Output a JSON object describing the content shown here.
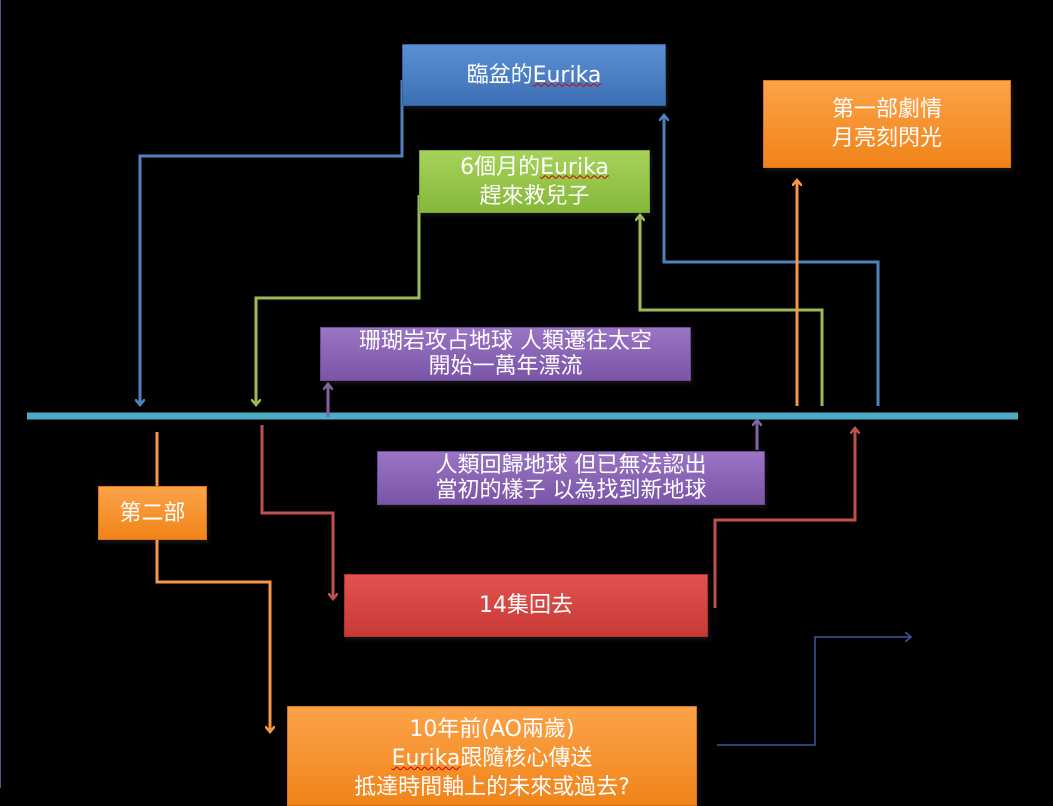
{
  "boxes": {
    "birth": {
      "prefix": "臨盆的",
      "name": "Eurika"
    },
    "part1": {
      "line1": "第一部劇情",
      "line2": "月亮刻閃光"
    },
    "six_months": {
      "prefix": "6個月的",
      "name": "Eurika",
      "line2": "趕來救兒子"
    },
    "coral": {
      "line1": "珊瑚岩攻占地球 人類遷往太空",
      "line2": "開始一萬年漂流"
    },
    "return": {
      "line1": "人類回歸地球 但已無法認出",
      "line2": "當初的樣子 以為找到新地球"
    },
    "part2": {
      "label": "第二部"
    },
    "ep14": {
      "label": "14集回去"
    },
    "ten_years": {
      "line1": "10年前(AO兩歲)",
      "name": "Eurika",
      "line2_suffix": "跟隨核心傳送",
      "line3": "抵達時間軸上的未來或過去?"
    }
  },
  "colors": {
    "timeline": "#4bacc6",
    "blue": "#4f81bd",
    "green": "#9bbb59",
    "orange": "#f79646",
    "purple": "#8064a2",
    "red": "#c0504d",
    "navy": "#1f3d7a"
  }
}
